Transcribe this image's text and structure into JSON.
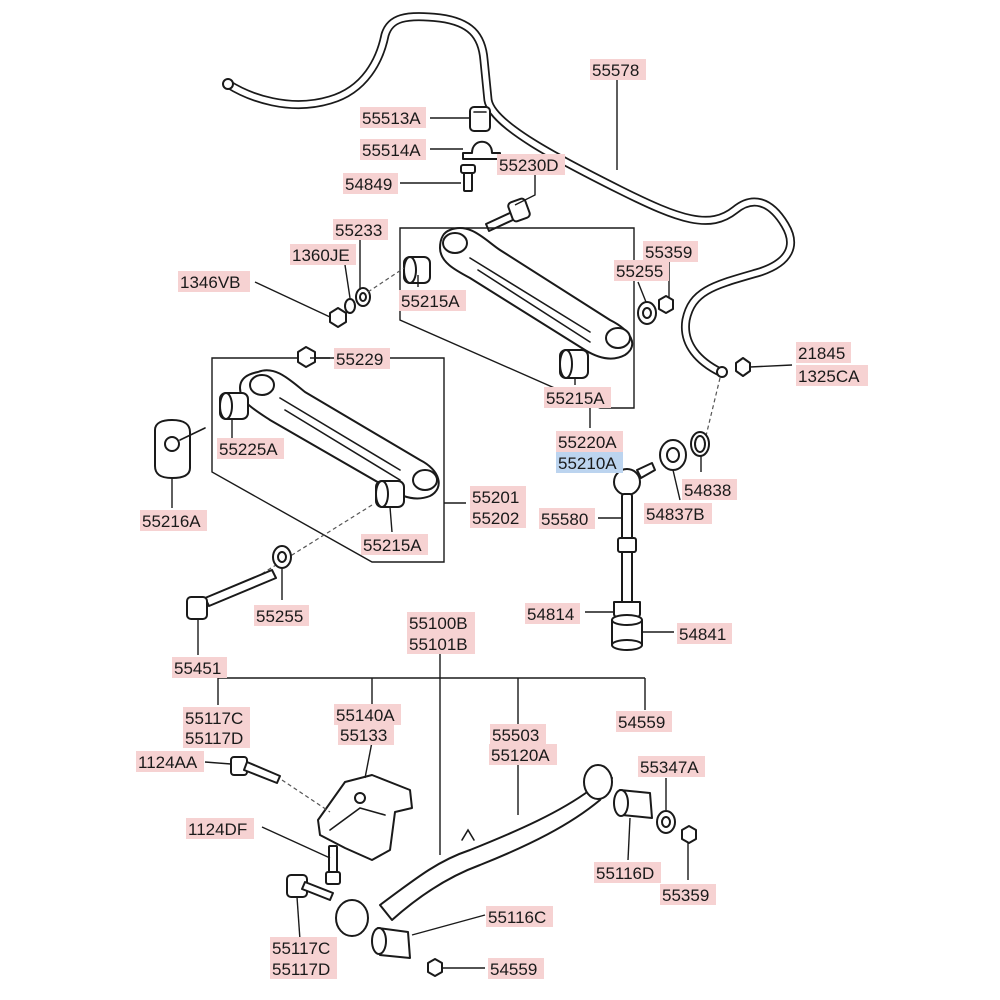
{
  "labels": {
    "p55578": "55578",
    "p55513A": "55513A",
    "p55514A": "55514A",
    "p54849": "54849",
    "p55230D": "55230D",
    "p55233": "55233",
    "p1360JE": "1360JE",
    "p1346VB": "1346VB",
    "p55215A_1": "55215A",
    "p55359_1": "55359",
    "p55255_1": "55255",
    "p21845": "21845",
    "p1325CA": "1325CA",
    "p55229": "55229",
    "p55215A_2": "55215A",
    "p55225A": "55225A",
    "p55220A": "55220A",
    "p55210A": "55210A",
    "p54838": "54838",
    "p54837B": "54837B",
    "p55216A": "55216A",
    "p55201": "55201",
    "p55202": "55202",
    "p55580": "55580",
    "p55215A_3": "55215A",
    "p55255_2": "55255",
    "p54814": "54814",
    "p54841": "54841",
    "p55451": "55451",
    "p55100B": "55100B",
    "p55101B": "55101B",
    "p55117C_1": "55117C",
    "p55117D_1": "55117D",
    "p55140A": "55140A",
    "p55133": "55133",
    "p55503": "55503",
    "p55120A": "55120A",
    "p54559_1": "54559",
    "p1124AA": "1124AA",
    "p55347A": "55347A",
    "p1124DF": "1124DF",
    "p55116D": "55116D",
    "p55359_2": "55359",
    "p55116C": "55116C",
    "p55117C_2": "55117C",
    "p55117D_2": "55117D",
    "p54559_2": "54559"
  },
  "colors": {
    "label_highlight": "#f6d2d2",
    "label_selected": "#bcd4ef",
    "line": "#1a1a1a"
  }
}
